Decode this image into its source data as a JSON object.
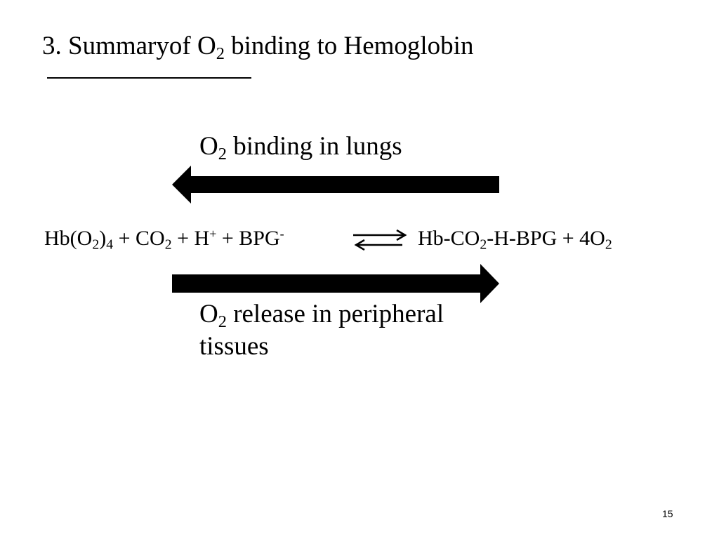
{
  "slide": {
    "title": {
      "prefix": "3. Summaryof O",
      "sub": "2",
      "suffix": " binding to Hemoglobin"
    },
    "top_label": {
      "prefix": "O",
      "sub": "2",
      "suffix": " binding in lungs"
    },
    "bottom_label": {
      "prefix": "O",
      "sub": "2",
      "line1_suffix": " release in peripheral",
      "line2": "tissues"
    },
    "equation": {
      "left": {
        "hb": "Hb(O",
        "hb_sub1": "2",
        "hb_close": ")",
        "hb_sub2": "4",
        "plus1": " +  CO",
        "co2_sub": "2",
        "plus2": " + H",
        "h_sup": "+",
        "plus3": " + BPG",
        "bpg_sup": "-"
      },
      "right": {
        "complex_prefix": "Hb-CO",
        "complex_sub": "2",
        "complex_suffix": "-H-BPG   +   4O",
        "o2_sub": "2"
      }
    },
    "page_number": "15"
  }
}
